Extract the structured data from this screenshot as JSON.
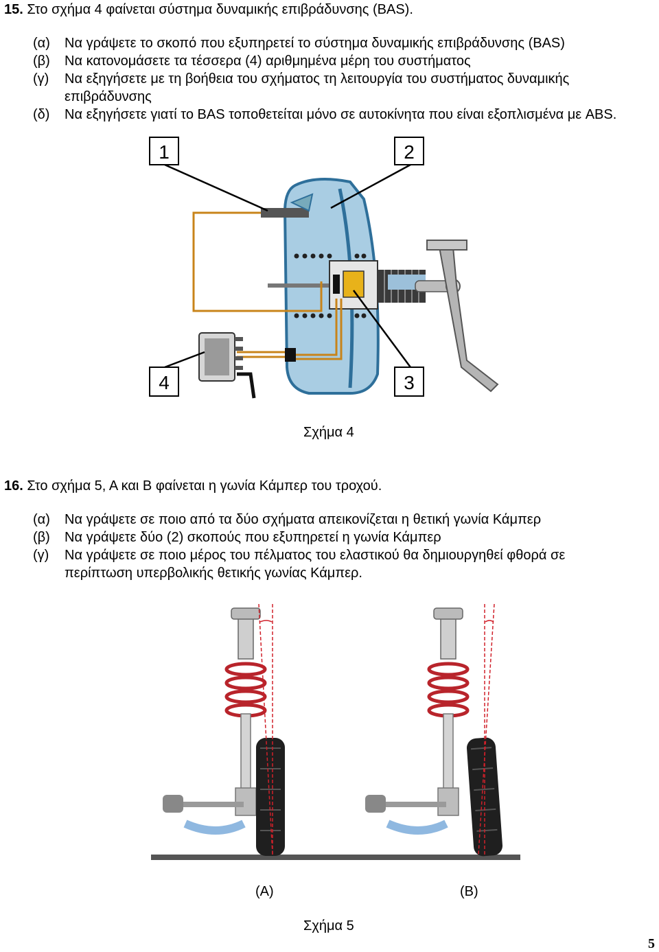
{
  "q15": {
    "number": "15.",
    "title": "Στο σχήμα 4 φαίνεται σύστημα δυναμικής επιβράδυνσης (BAS).",
    "items": [
      {
        "label": "(α)",
        "text": "Να γράψετε το σκοπό που εξυπηρετεί το σύστημα δυναμικής επιβράδυνσης (BAS)"
      },
      {
        "label": "(β)",
        "text": "Να κατονομάσετε τα τέσσερα (4) αριθμημένα μέρη του συστήματος"
      },
      {
        "label": "(γ)",
        "text": "Να εξηγήσετε με τη βοήθεια του σχήματος τη λειτουργία του συστήματος δυναμικής επιβράδυνσης"
      },
      {
        "label": "(δ)",
        "text": "Να εξηγήσετε γιατί το BAS τοποθετείται μόνο σε αυτοκίνητα που είναι εξοπλισμένα με ABS."
      }
    ],
    "figure": {
      "caption": "Σχήμα 4",
      "labels": [
        "1",
        "2",
        "3",
        "4"
      ]
    }
  },
  "q16": {
    "number": "16.",
    "title": "Στο σχήμα 5, Α και Β φαίνεται η γωνία Κάμπερ του τροχού.",
    "items": [
      {
        "label": "(α)",
        "text": "Να γράψετε σε ποιο από τα δύο σχήματα απεικονίζεται η θετική γωνία Κάμπερ"
      },
      {
        "label": "(β)",
        "text": "Να γράψετε δύο (2) σκοπούς που εξυπηρετεί η γωνία Κάμπερ"
      },
      {
        "label": "(γ)",
        "text": "Να γράψετε σε ποιο μέρος του πέλματος του ελαστικού θα δημιουργηθεί φθορά σε περίπτωση υπερβολικής θετικής γωνίας Κάμπερ."
      }
    ],
    "figure": {
      "caption": "Σχήμα 5",
      "left_label": "(A)",
      "right_label": "(B)"
    }
  },
  "page_number": "5",
  "colors": {
    "booster_body": "#a9cde3",
    "booster_edge": "#2e6f9a",
    "pipe": "#c8841a",
    "tire": "#1f1f1f",
    "arm": "#8fb8e0",
    "camber_line": "#d0202a"
  }
}
